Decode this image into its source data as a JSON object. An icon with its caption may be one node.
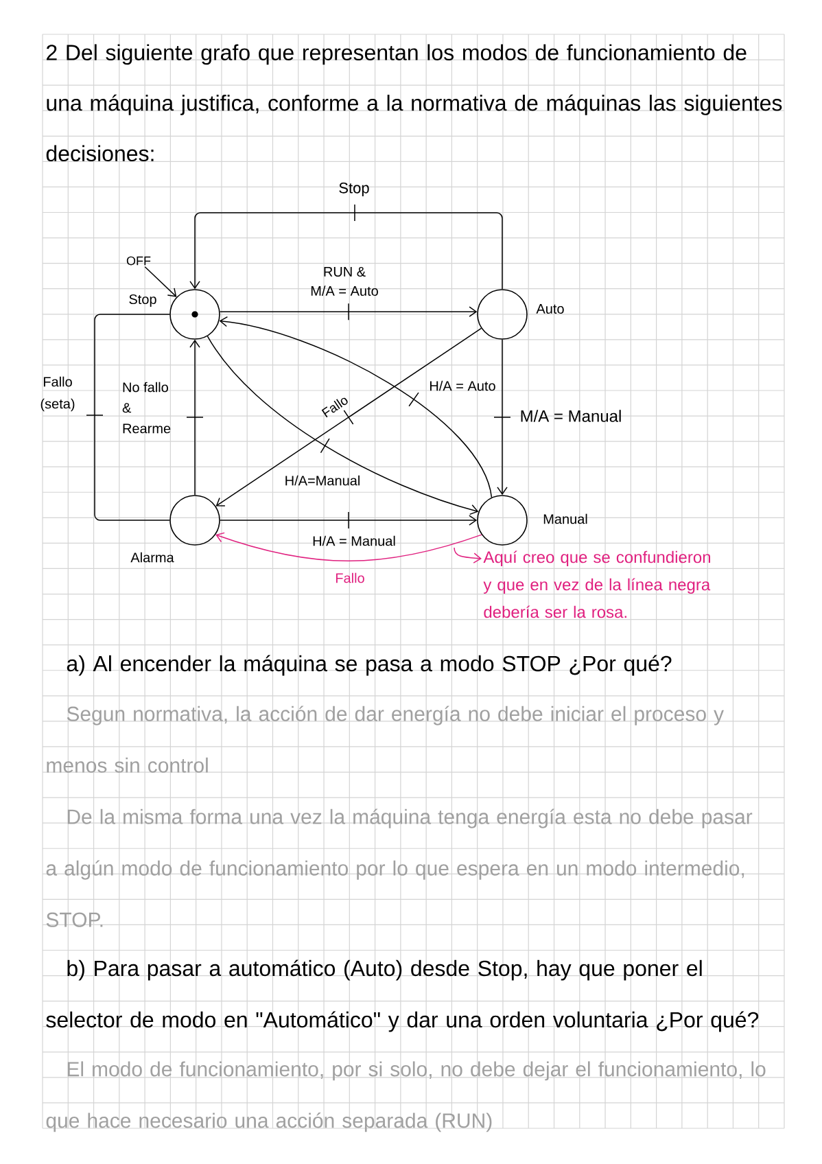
{
  "diagram": {
    "title": "2 Del siguiente grafo que representan los modos de funcionamiento de una máquina justifica, conforme a la normativa de máquinas las siguientes decisiones:",
    "nodes": [
      {
        "text": [
          "OFF"
        ]
      },
      {
        "text": [],
        "shape": "circle",
        "beside": [
          "Stop"
        ]
      },
      {
        "text": [],
        "shape": "circle",
        "beside": [
          "Auto"
        ]
      },
      {
        "text": [],
        "shape": "circle",
        "beside": [
          "Alarma"
        ]
      },
      {
        "text": [],
        "shape": "circle",
        "beside": [
          "Manual"
        ]
      },
      {
        "text": [
          "Aquí creo que se confundieron y que en vez de la línea negra debería ser la rosa."
        ]
      }
    ],
    "edges": [
      {
        "from": 0,
        "to": 1,
        "arrow": "to"
      },
      {
        "from": 2,
        "to": 1,
        "arrow": "to",
        "label": "Stop"
      },
      {
        "from": 1,
        "to": 2,
        "arrow": "to",
        "label": "RUN & M/A = Auto"
      },
      {
        "from": 1,
        "to": 3,
        "arrow": "none",
        "label": "Fallo (seta)"
      },
      {
        "from": 3,
        "to": 1,
        "arrow": "to",
        "label": "No fallo & Rearme"
      },
      {
        "from": 1,
        "to": 4,
        "arrow": "to",
        "label": "H/A=Manual"
      },
      {
        "from": 4,
        "to": 1,
        "arrow": "to",
        "label": "H/A = Auto"
      },
      {
        "from": 2,
        "to": 3,
        "arrow": "to",
        "label": "Fallo"
      },
      {
        "from": 2,
        "to": 4,
        "arrow": "to",
        "label": "M/A = Manual"
      },
      {
        "from": 3,
        "to": 4,
        "arrow": "to",
        "label": "H/A = Manual"
      },
      {
        "from": 4,
        "to": 3,
        "arrow": "to",
        "label": "Fallo",
        "color": "#e0207f"
      },
      {
        "from": null,
        "to": 5,
        "arrow": "to",
        "color": "#e0207f"
      }
    ],
    "labels": [
      "a) Al encender la máquina se pasa a modo STOP ¿Por qué?",
      "Segun normativa, la acción de dar energía no debe iniciar el proceso y menos sin control",
      "De la misma forma una vez la máquina tenga energía esta no debe pasar a algún modo de funcionamiento por lo que espera en un modo intermedio, STOP.",
      "b) Para pasar a automático (Auto) desde Stop, hay que poner el selector de modo en \"Automático\" y dar una orden voluntaria ¿Por qué?",
      "El modo de funcionamiento, por si solo, no debe dejar el funcionamiento, lo que hace necesario una acción separada (RUN)"
    ]
  }
}
